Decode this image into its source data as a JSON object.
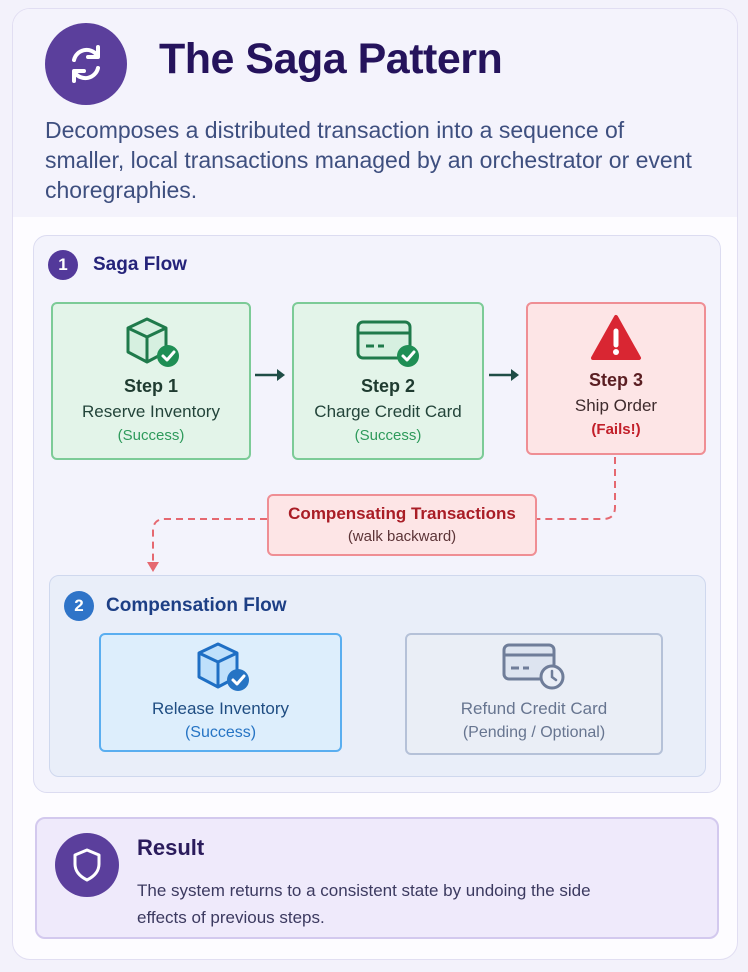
{
  "header": {
    "title": "The Saga Pattern",
    "description": "Decomposes a distributed transaction into a sequence of smaller, local transactions managed by an orchestrator or event choregraphies.",
    "logo_icon": "refresh-cycle-icon",
    "accent_color": "#5b3f9c"
  },
  "saga_flow": {
    "number": "1",
    "title": "Saga Flow",
    "steps": [
      {
        "title": "Step 1",
        "name": "Reserve Inventory",
        "status": "(Success)",
        "icon": "box-check-icon"
      },
      {
        "title": "Step 2",
        "name": "Charge Credit Card",
        "status": "(Success)",
        "icon": "credit-card-check-icon"
      },
      {
        "title": "Step 3",
        "name": "Ship Order",
        "status": "(Fails!)",
        "icon": "warning-icon"
      }
    ]
  },
  "compensating": {
    "title": "Compensating Transactions",
    "subtitle": "(walk backward)"
  },
  "compensation_flow": {
    "number": "2",
    "title": "Compensation Flow",
    "tasks": [
      {
        "name": "Release Inventory",
        "status": "(Success)",
        "icon": "box-check-icon"
      },
      {
        "name": "Refund Credit Card",
        "status": "(Pending / Optional)",
        "icon": "credit-card-clock-icon"
      }
    ]
  },
  "result": {
    "title": "Result",
    "text": "The system returns to a consistent state by undoing the side effects of previous steps.",
    "icon": "shield-icon"
  },
  "colors": {
    "success_green": "#2e9a5b",
    "failure_red": "#c21f2a",
    "compensation_blue": "#2674c4"
  }
}
